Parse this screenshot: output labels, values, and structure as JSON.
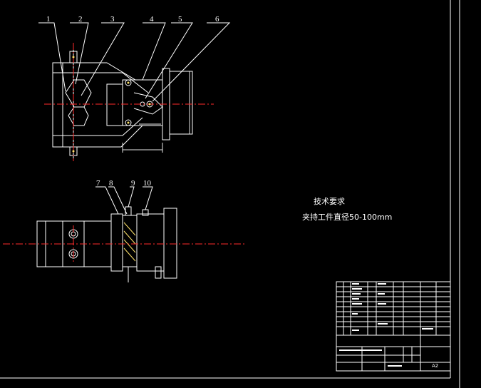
{
  "part_labels_top": [
    "1",
    "2",
    "3",
    "4",
    "5",
    "6"
  ],
  "part_labels_bottom": [
    "7",
    "8",
    "9",
    "10"
  ],
  "notes": {
    "title": "技术要求",
    "line1": "夹持工件直径50-100mm"
  },
  "title_block": {
    "sheet_size": "A2"
  },
  "colors": {
    "background": "#000000",
    "lines": "#ffffff",
    "centerline": "#ff2a2a",
    "dimension": "#e8e8e8",
    "highlight": "#ffe36b"
  }
}
